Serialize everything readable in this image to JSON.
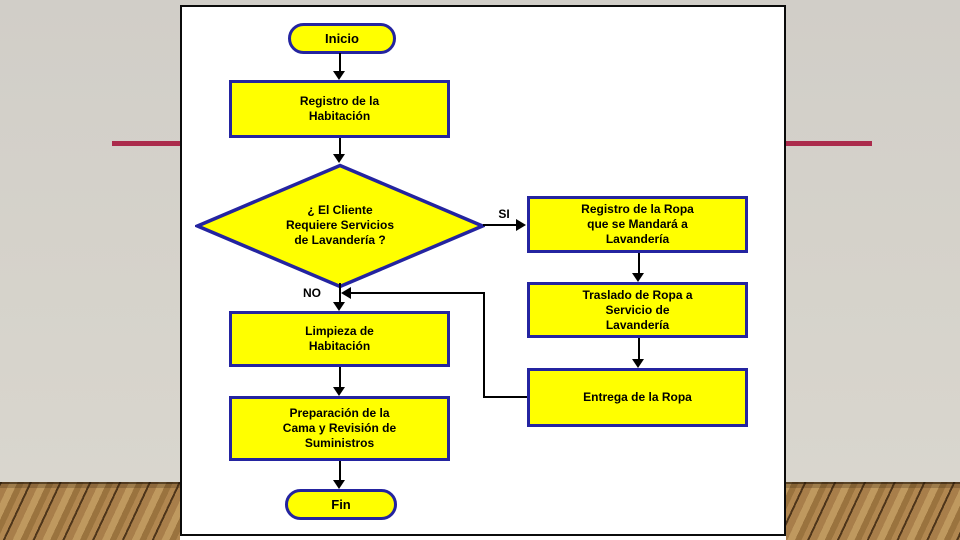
{
  "slide": {
    "background": {
      "wall_color": "#d4d1ca",
      "accent_line_color": "#ab2b4c",
      "floor_wood_color": "#a87e4a"
    },
    "flowchart": {
      "shape_fill": "#ffff00",
      "shape_border": "#2424a0",
      "connector_color": "#000000",
      "nodes": {
        "inicio": {
          "type": "terminator",
          "label": "Inicio"
        },
        "registro_habitacion": {
          "type": "process",
          "lines": [
            "Registro de la",
            "Habitación"
          ]
        },
        "decision_lavanderia": {
          "type": "decision",
          "lines": [
            "¿ El Cliente",
            "Requiere Servicios",
            "de Lavandería ?"
          ]
        },
        "registro_ropa": {
          "type": "process",
          "lines": [
            "Registro de la Ropa",
            "que se Mandará a",
            "Lavandería"
          ]
        },
        "traslado_ropa": {
          "type": "process",
          "lines": [
            "Traslado de Ropa a",
            "Servicio de",
            "Lavandería"
          ]
        },
        "entrega_ropa": {
          "type": "process",
          "lines": [
            "Entrega de la Ropa"
          ]
        },
        "limpieza_habitacion": {
          "type": "process",
          "lines": [
            "Limpieza de",
            "Habitación"
          ]
        },
        "preparacion_cama": {
          "type": "process",
          "lines": [
            "Preparación de la",
            "Cama y Revisión de",
            "Suministros"
          ]
        },
        "fin": {
          "type": "terminator",
          "label": "Fin"
        }
      },
      "edge_labels": {
        "yes": "SI",
        "no": "NO"
      }
    }
  }
}
